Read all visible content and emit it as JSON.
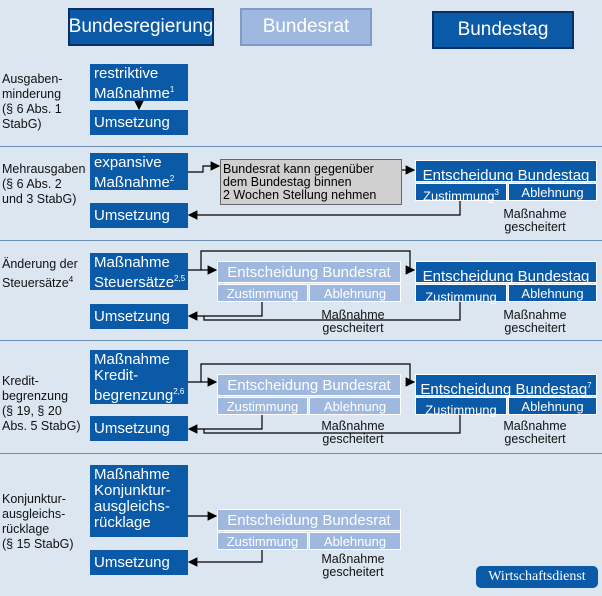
{
  "headers": {
    "bundesregierung": "Bundesregierung",
    "bundesrat": "Bundesrat",
    "bundestag": "Bundestag"
  },
  "rows": {
    "r1": {
      "label": "Ausgaben-\nminderung\n(§ 6 Abs. 1\nStabG)",
      "measure": "restriktive\nMaßnahme",
      "measure_sup": "1",
      "execution": "Umsetzung"
    },
    "r2": {
      "label": "Mehrausgaben\n(§ 6 Abs. 2\nund 3 StabG)",
      "measure": "expansive\nMaßnahme",
      "measure_sup": "2",
      "execution": "Umsetzung",
      "bundesrat_note": "Bundesrat kann gegenüber\ndem Bundestag binnen\n2 Wochen Stellung nehmen",
      "bt_decision": "Entscheidung Bundestag",
      "bt_decision_sup": "",
      "bt_approve": "Zustimmung",
      "bt_approve_sup": "3",
      "bt_reject": "Ablehnung",
      "bt_failed": "Maßnahme\ngescheitert"
    },
    "r3": {
      "label": "Änderung der\nSteuersätze",
      "label_sup": "4",
      "measure": "Maßnahme\nSteuersätze",
      "measure_sup": "2,5",
      "execution": "Umsetzung",
      "br_decision": "Entscheidung Bundesrat",
      "br_approve": "Zustimmung",
      "br_reject": "Ablehnung",
      "br_failed": "Maßnahme\ngescheitert",
      "bt_decision": "Entscheidung Bundestag",
      "bt_decision_sup": "",
      "bt_approve": "Zustimmung",
      "bt_approve_sup": "",
      "bt_reject": "Ablehnung",
      "bt_failed": "Maßnahme\ngescheitert"
    },
    "r4": {
      "label": "Kredit-\nbegrenzung\n(§ 19, § 20\nAbs. 5 StabG)",
      "measure": "Maßnahme\nKredit-\nbegrenzung",
      "measure_sup": "2,6",
      "execution": "Umsetzung",
      "br_decision": "Entscheidung Bundesrat",
      "br_approve": "Zustimmung",
      "br_reject": "Ablehnung",
      "br_failed": "Maßnahme\ngescheitert",
      "bt_decision": "Entscheidung Bundestag",
      "bt_decision_sup": "7",
      "bt_approve": "Zustimmung",
      "bt_approve_sup": "",
      "bt_reject": "Ablehnung",
      "bt_failed": "Maßnahme\ngescheitert"
    },
    "r5": {
      "label": "Konjunktur-\nausgleichs-\nrücklage\n(§ 15 StabG)",
      "measure": "Maßnahme\nKonjunktur-\nausgleichs-\nrücklage",
      "execution": "Umsetzung",
      "br_decision": "Entscheidung Bundesrat",
      "br_approve": "Zustimmung",
      "br_reject": "Ablehnung",
      "br_failed": "Maßnahme\ngescheitert"
    }
  },
  "brand": "Wirtschaftsdienst",
  "colors": {
    "background": "#dce6f1",
    "dark_box": "#0a5aa8",
    "light_box": "#9fb8e0",
    "note_box": "#d0d0d0",
    "arrow": "#000000",
    "separator": "#6c8fb4"
  }
}
